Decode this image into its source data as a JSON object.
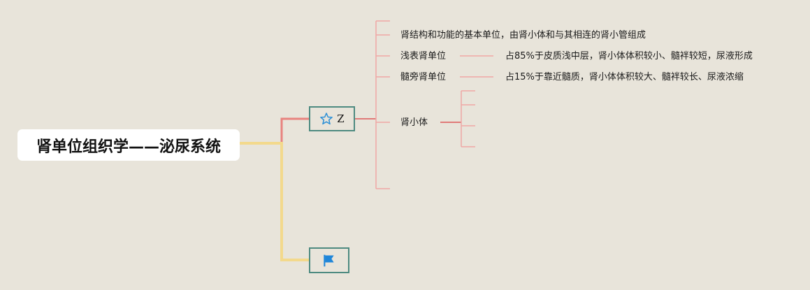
{
  "root": {
    "title": "肾单位组织学——泌尿系统"
  },
  "node_z": {
    "icon": "star-icon",
    "label": "Z"
  },
  "node_flag": {
    "icon": "flag-icon"
  },
  "branches": {
    "definition": "肾结构和功能的基本单位，由肾小体和与其相连的肾小管组成",
    "superficial": {
      "label": "浅表肾单位",
      "detail": "占85%于皮质浅中层，肾小体体积较小、髓袢较短，尿液形成"
    },
    "juxtamedullary": {
      "label": "髓旁肾单位",
      "detail": "占15%于靠近髓质，肾小体体积较大、髓袢较长、尿液浓缩"
    },
    "renal_corpuscle": {
      "label": "肾小体"
    }
  },
  "colors": {
    "background": "#e8e4da",
    "root_branch": "#f3d98c",
    "main_branch": "#e07a78",
    "sub_branch": "#efa7a5",
    "node_border": "#4d8a80",
    "star": "#2b8fd6",
    "flag": "#1f86d9"
  }
}
